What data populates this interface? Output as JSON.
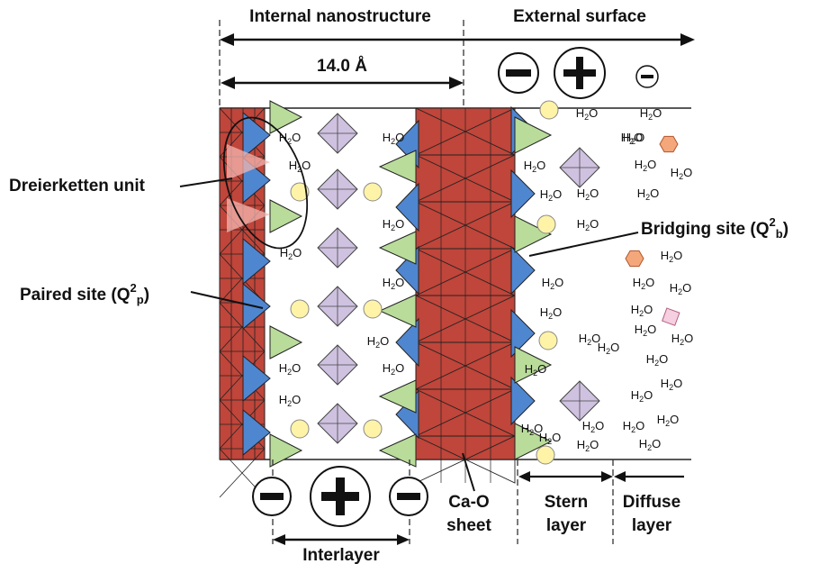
{
  "labels": {
    "internal": "Internal nanostructure",
    "external": "External surface",
    "spacing": "14.0 Å",
    "dreierketten": "Dreierketten unit",
    "paired_prefix": "Paired site (Q",
    "paired_sup": "2",
    "paired_sub": "p",
    "paired_suffix": ")",
    "bridging_prefix": "Bridging site (Q",
    "bridging_sup": "2",
    "bridging_sub": "b",
    "bridging_suffix": ")",
    "cao_line1": "Ca-O",
    "cao_line2": "sheet",
    "stern_line1": "Stern",
    "stern_line2": "layer",
    "diffuse_line1": "Diffuse",
    "diffuse_line2": "layer",
    "interlayer": "Interlayer"
  },
  "water": {
    "main": "H",
    "sub": "2",
    "tail": "O"
  },
  "colors": {
    "ca_o": "#c0453a",
    "silicate_blue": "#4f86d0",
    "silicate_green": "#b9dc9a",
    "cation_diamond": "#cfc2e0",
    "yellow_ion": "#fff3a8",
    "orange_hex": "#f4a77a",
    "pink_square": "#f6cfe0"
  },
  "charges": {
    "top": [
      "minus",
      "plus",
      "minus"
    ],
    "bottom": [
      "minus",
      "plus",
      "minus"
    ]
  }
}
